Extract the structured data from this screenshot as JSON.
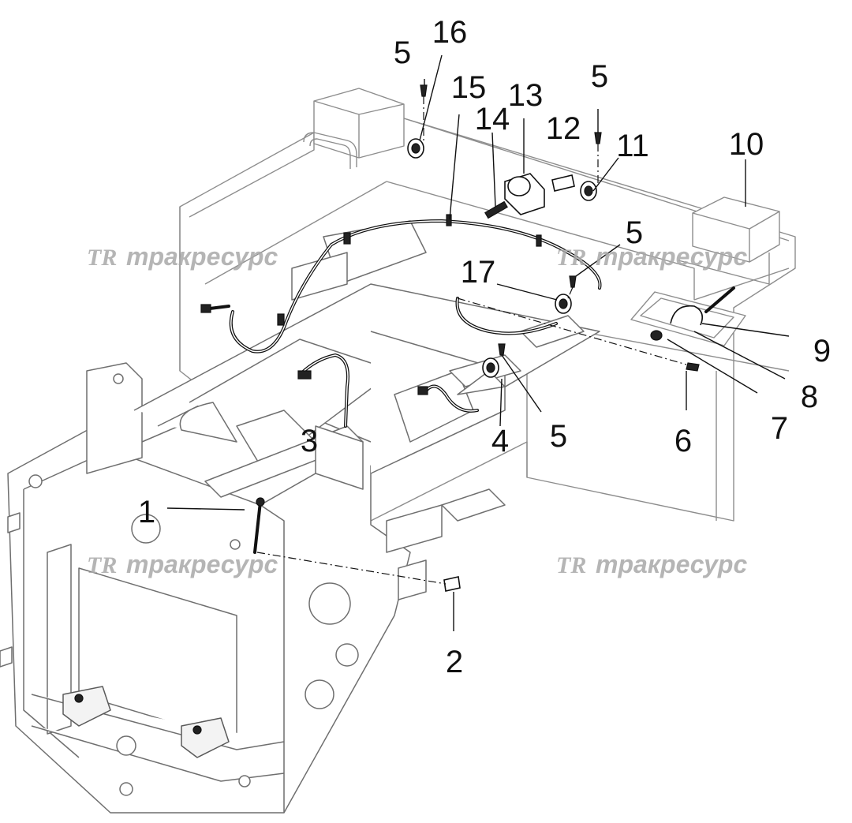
{
  "watermark": {
    "logo": "TR",
    "text": "тракресурс"
  },
  "callouts": {
    "c1": "1",
    "c2": "2",
    "c3": "3",
    "c4": "4",
    "c5a": "5",
    "c5b": "5",
    "c5c": "5",
    "c5d": "5",
    "c6": "6",
    "c7": "7",
    "c8": "8",
    "c9": "9",
    "c10": "10",
    "c11": "11",
    "c12": "12",
    "c13": "13",
    "c14": "14",
    "c15": "15",
    "c16": "16",
    "c17": "17"
  },
  "colors": {
    "outline": "#8d8d8d",
    "cable": "#111111",
    "watermark": "#a9a9a9"
  }
}
